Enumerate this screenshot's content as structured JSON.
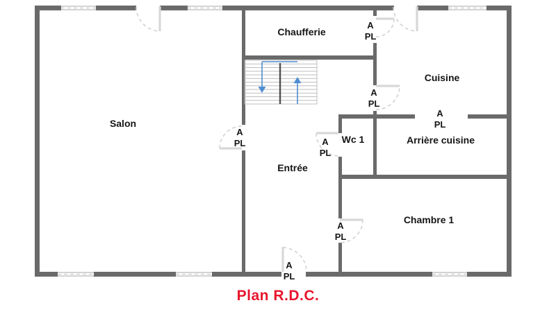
{
  "title": {
    "text": "Plan R.D.C."
  },
  "rooms": {
    "salon": {
      "label": "Salon"
    },
    "chaufferie": {
      "label": "Chaufferie"
    },
    "cuisine": {
      "label": "Cuisine"
    },
    "arriere_cuisine": {
      "label": "Arrière cuisine"
    },
    "wc1": {
      "label": "Wc 1"
    },
    "entree": {
      "label": "Entrée"
    },
    "chambre1": {
      "label": "Chambre 1"
    }
  },
  "closet_label": {
    "line1": "A",
    "line2": "PL"
  },
  "icons": {
    "stairs_down": "arrow-down",
    "stairs_up": "arrow-up"
  },
  "colors": {
    "wall": "#6a6a6a",
    "title": "#e8152c",
    "stairs_route": "#4e8ed3",
    "door": "#d8d8d8",
    "window_line": "#b9b9b9"
  }
}
